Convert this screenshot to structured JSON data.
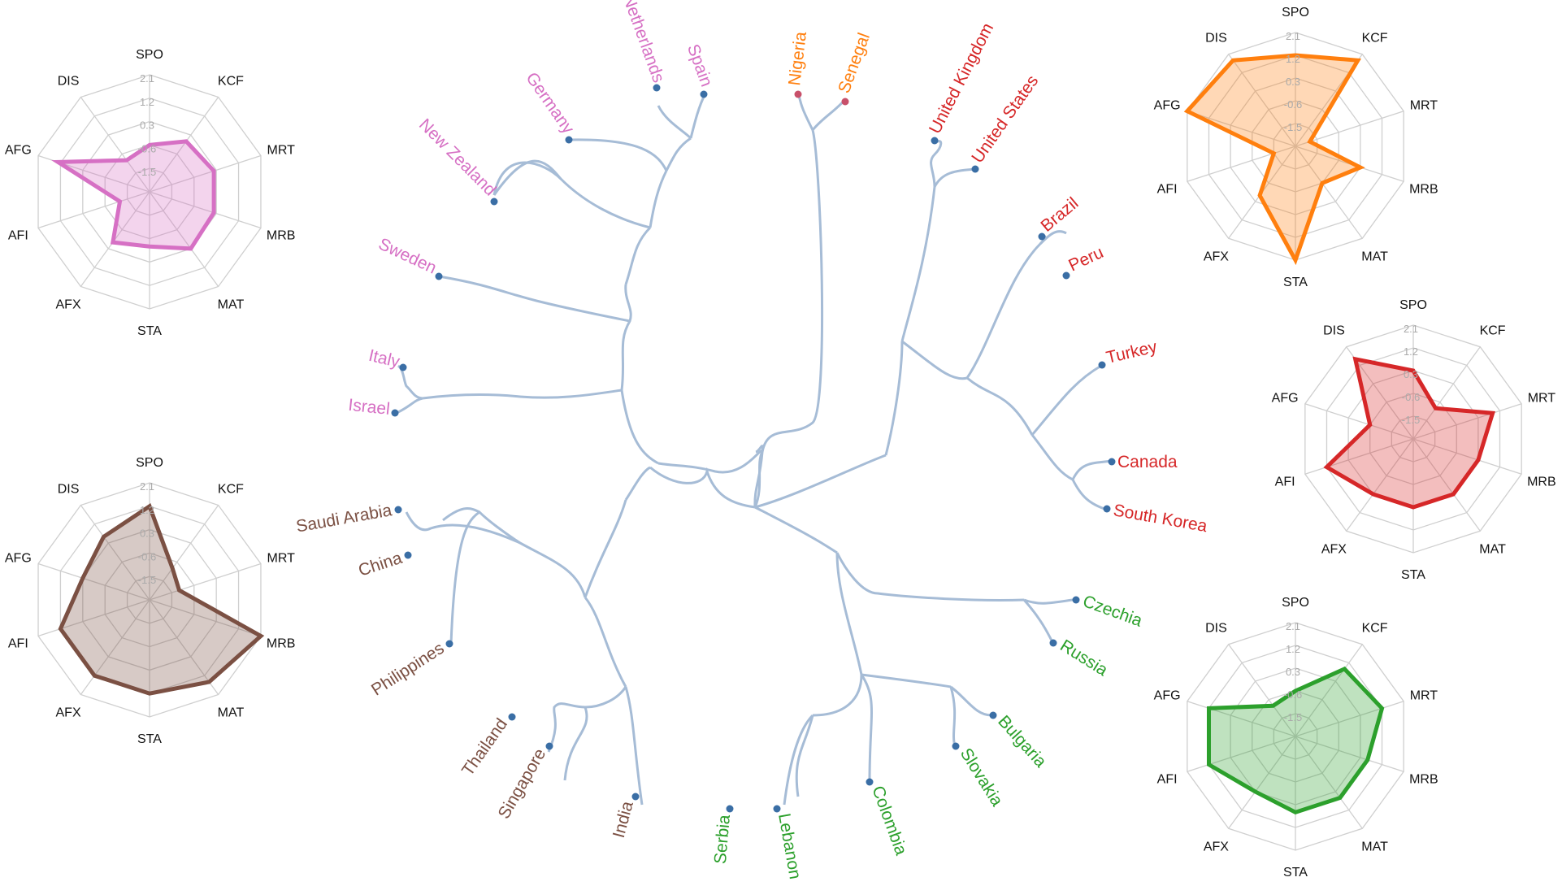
{
  "chart_data": {
    "type": "dendrogram_with_radar_charts",
    "radar_axes": [
      "SPO",
      "KCF",
      "MRT",
      "MRB",
      "MAT",
      "STA",
      "AFX",
      "AFI",
      "AFG",
      "DIS"
    ],
    "radar_ticks": [
      "2.1",
      "1.2",
      "0.3",
      "-0.6",
      "-1.5"
    ],
    "radar_range": [
      -2.4,
      2.1
    ],
    "clusters": [
      {
        "id": "pink",
        "color": "#d670c4",
        "radar_values": [
          -0.6,
          0.0,
          0.2,
          0.2,
          0.3,
          -0.3,
          0.0,
          -1.2,
          1.3,
          -0.9
        ],
        "leaves": [
          "Netherlands",
          "Spain",
          "Germany",
          "New Zealand",
          "Sweden",
          "Italy",
          "Israel"
        ]
      },
      {
        "id": "brown",
        "color": "#7b5043",
        "radar_values": [
          1.2,
          -0.9,
          -1.2,
          2.1,
          1.5,
          1.2,
          1.2,
          1.2,
          0.3,
          0.6
        ],
        "leaves": [
          "Saudi Arabia",
          "China",
          "Philippines",
          "Thailand",
          "Singapore",
          "India"
        ]
      },
      {
        "id": "orange",
        "color": "#ff7f0e",
        "radar_values": [
          1.2,
          1.8,
          -1.8,
          0.3,
          -0.6,
          2.1,
          0.0,
          -1.5,
          2.1,
          1.8
        ],
        "leaves": [
          "Nigeria",
          "Senegal"
        ]
      },
      {
        "id": "red",
        "color": "#d62728",
        "radar_values": [
          0.3,
          -0.9,
          0.9,
          0.3,
          0.3,
          0.3,
          0.3,
          1.2,
          -0.6,
          1.5
        ],
        "leaves": [
          "United Kingdom",
          "United States",
          "Brazil",
          "Peru",
          "Turkey",
          "Canada",
          "South Korea"
        ]
      },
      {
        "id": "green",
        "color": "#2ca02c",
        "radar_values": [
          -0.6,
          0.9,
          1.2,
          0.6,
          0.6,
          0.6,
          0.3,
          1.2,
          1.2,
          -0.9
        ],
        "leaves": [
          "Czechia",
          "Russia",
          "Bulgaria",
          "Slovakia",
          "Colombia",
          "Lebanon",
          "Serbia"
        ]
      }
    ]
  }
}
